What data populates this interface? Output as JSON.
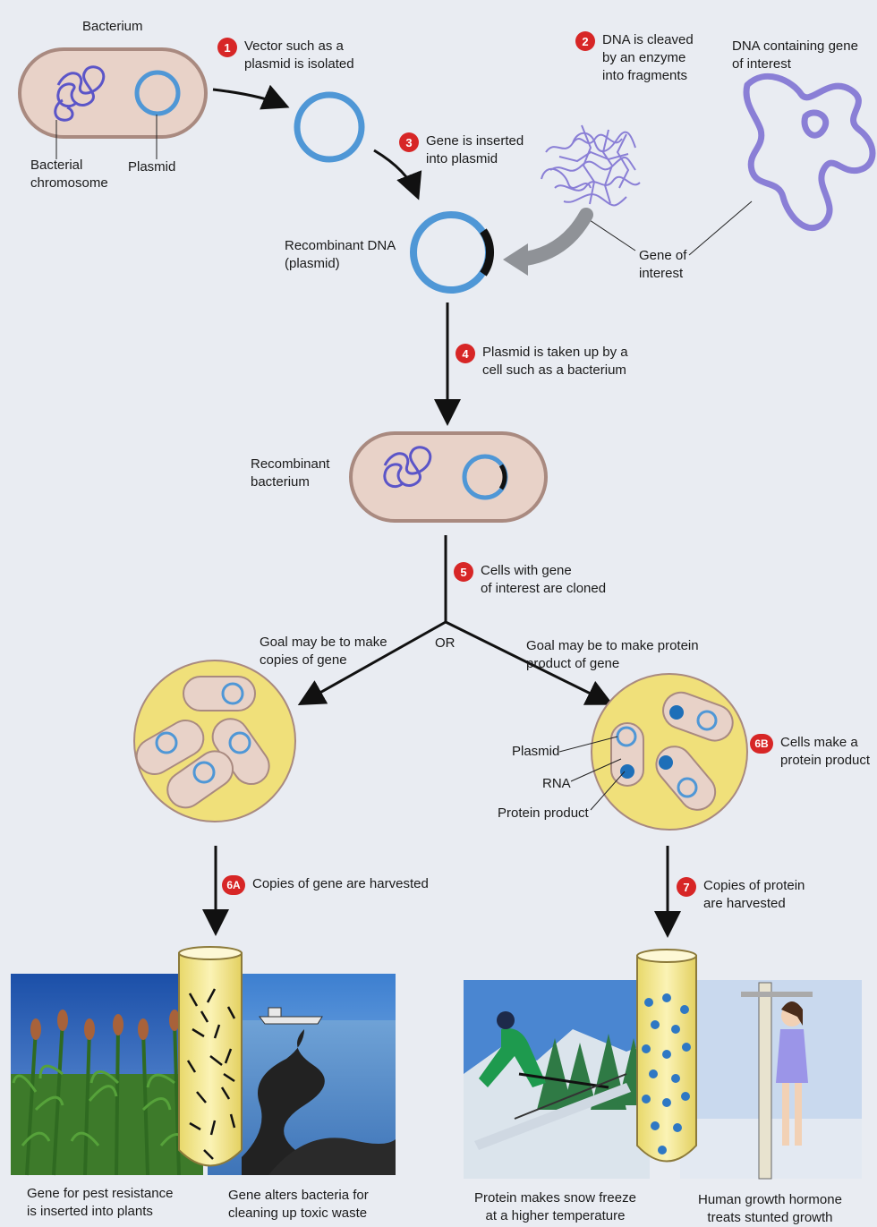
{
  "steps": {
    "s1": {
      "num": "1",
      "text": "Vector such as a\nplasmid is isolated"
    },
    "s2": {
      "num": "2",
      "text": "DNA is cleaved\nby an enzyme\ninto fragments"
    },
    "s3": {
      "num": "3",
      "text": "Gene is inserted\ninto plasmid"
    },
    "s4": {
      "num": "4",
      "text": "Plasmid is taken up by a\ncell such as a bacterium"
    },
    "s5": {
      "num": "5",
      "text": "Cells with gene\nof interest are cloned"
    },
    "s6a": {
      "num": "6A",
      "text": "Copies of gene are harvested"
    },
    "s6b": {
      "num": "6B",
      "text": "Cells make a\nprotein product"
    },
    "s7": {
      "num": "7",
      "text": "Copies of protein\nare harvested"
    }
  },
  "labels": {
    "bacterium": "Bacterium",
    "bacterial_chromosome": "Bacterial\nchromosome",
    "plasmid": "Plasmid",
    "dna_containing_gene": "DNA containing gene\nof interest",
    "gene_of_interest": "Gene of\ninterest",
    "recombinant_dna": "Recombinant DNA\n(plasmid)",
    "recombinant_bacterium": "Recombinant\nbacterium",
    "goal_copies": "Goal may be to make\ncopies of gene",
    "or": "OR",
    "goal_protein": "Goal may be to make protein\nproduct of gene",
    "plasmid_b": "Plasmid",
    "rna": "RNA",
    "protein_product": "Protein product",
    "pest_resistance": "Gene for pest resistance\nis inserted into plants",
    "toxic_waste": "Gene alters bacteria for\ncleaning up toxic waste",
    "snow_freeze": "Protein makes snow freeze\nat a higher temperature",
    "growth_hormone": "Human growth hormone\ntreats stunted growth"
  },
  "colors": {
    "step_badge": "#d72626",
    "plasmid_ring": "#4f97d6",
    "cell_body": "#e8d2c8",
    "cell_outline": "#a98a80",
    "colony_fill": "#f0e07a",
    "dna_purple": "#8a7fd6"
  }
}
